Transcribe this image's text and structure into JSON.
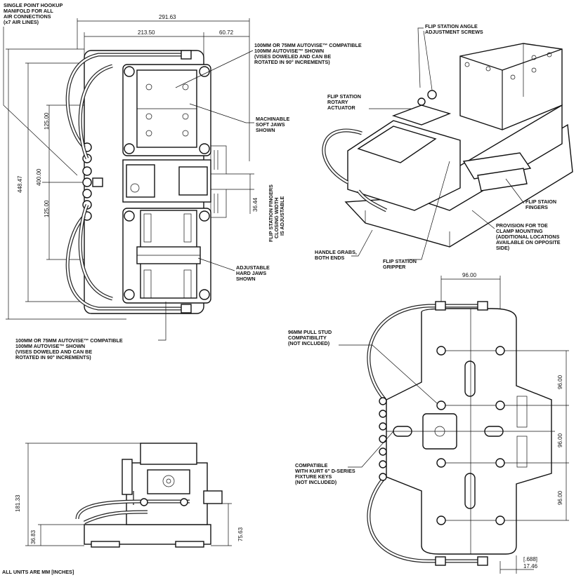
{
  "labels": {
    "hookup": [
      "SINGLE POINT HOOKUP",
      "MANIFOLD FOR ALL",
      "AIR CONNECTIONS",
      "(x7 AIR LINES)"
    ],
    "vise_top": [
      "100MM OR 75MM AUTOVISE™ COMPATIBLE",
      "100MM AUTOVISE™ SHOWN",
      "(VISES DOWELED AND CAN BE",
      "ROTATED IN 90° INCREMENTS)"
    ],
    "soft_jaws": [
      "MACHINABLE",
      "SOFT JAWS",
      "SHOWN"
    ],
    "hard_jaws": [
      "ADJUSTABLE",
      "HARD JAWS",
      "SHOWN"
    ],
    "vise_bottom": [
      "100MM OR 75MM AUTOVISE™ COMPATIBLE",
      "100MM AUTOVISE™ SHOWN",
      "(VISES DOWELED AND CAN BE",
      "ROTATED IN 90° INCREMENTS)"
    ],
    "fingers_width": [
      "FLIP STATION FINGERS",
      "CLOSING WIDTH",
      "IS ADJUSTABLE"
    ],
    "angle_screws": [
      "FLIP STATION ANGLE",
      "ADJUSTMENT SCREWS"
    ],
    "rotary_actuator": [
      "FLIP STATION",
      "ROTARY",
      "ACTUATOR"
    ],
    "flip_fingers": [
      "FLIP STAION",
      "FINGERS"
    ],
    "toe_clamp": [
      "PROVISION FOR TOE",
      "CLAMP MOUNTING",
      "(ADDITIONAL LOCATIONS",
      "AVAILABLE ON OPPOSITE",
      "SIDE)"
    ],
    "handle_grabs": [
      "HANDLE GRABS,",
      "BOTH ENDS"
    ],
    "gripper": [
      "FLIP STATION",
      "GRIPPER"
    ],
    "pull_stud": [
      "96MM PULL STUD",
      "COMPATIBILITY",
      "(NOT INCLUDED)"
    ],
    "fixture_keys": [
      "COMPATIBLE",
      "WITH KURT 6\" D-SERIES",
      "FIXTURE KEYS",
      "(NOT INCLUDED)"
    ],
    "units_note": "ALL UNITS ARE MM [INCHES]"
  },
  "dimensions": {
    "overall_width": "291.63",
    "vise_width": "213.50",
    "offset_right": "60.72",
    "overall_height": "448.47",
    "inner_height": "400.00",
    "half_upper": "125.00",
    "half_lower": "125.00",
    "finger_gap": "36.44",
    "plate_top": "96.00",
    "plate_r1": "96.00",
    "plate_r2": "96.00",
    "plate_r3": "96.00",
    "plate_edge_in": "[.688]",
    "plate_edge_mm": "17.46",
    "side_height": "181.33",
    "side_base": "36.83",
    "side_mid": "75.63"
  }
}
